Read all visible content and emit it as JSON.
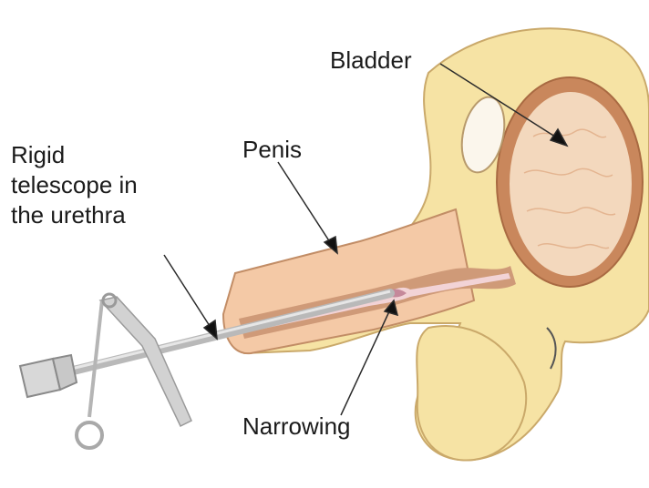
{
  "diagram": {
    "labels": {
      "bladder": "Bladder",
      "penis": "Penis",
      "telescope": [
        "Rigid",
        "telescope in",
        "the urethra"
      ],
      "narrowing": "Narrowing"
    },
    "colors": {
      "body_fill": "#f6e3a4",
      "body_outline": "#caa96a",
      "bladder_wall": "#c9875c",
      "bladder_inner": "#f3d8bd",
      "urethra": "#cf9a78",
      "urethra_lumen": "#f2d3d6",
      "scope": "#b9b9b9",
      "text": "#1b1b1b"
    },
    "icons": [
      "arrow-pointer-icon"
    ]
  }
}
